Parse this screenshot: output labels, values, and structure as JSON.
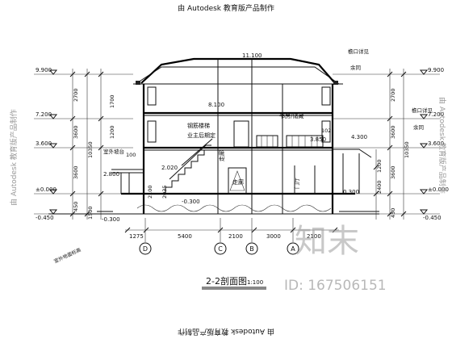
{
  "watermark_top": "由 Autodesk 教育版产品制作",
  "watermark_bottom": "由 Autodesk 教育版产品制作",
  "watermark_side": "由 Autodesk 教育版产品制作",
  "site_logo": "知末",
  "site_id": "ID: 167506151",
  "title": "2-2剖面图",
  "scale": "1:100",
  "left_levels": [
    "9.900",
    "7.200",
    "3.600",
    "±0.000",
    "-0.450"
  ],
  "right_levels": [
    "9.900",
    "7.200",
    "3.600",
    "±0.000",
    "-0.450"
  ],
  "left_dims": [
    "2700",
    "3600",
    "3600",
    "10350",
    "450",
    "1500"
  ],
  "right_dims": [
    "2700",
    "3600",
    "3600",
    "10350",
    "1200",
    "2400",
    "450"
  ],
  "left_inner_dims": [
    "1700",
    "1200",
    "2100",
    "2035"
  ],
  "bottom_dims": [
    "1275",
    "5400",
    "2100",
    "3000",
    "2100"
  ],
  "axes": [
    "D",
    "C",
    "B",
    "A"
  ],
  "room_labels": {
    "upper_room": "钢筋楼梯",
    "upper_room2": "业主后期定",
    "corridor1": "走廊",
    "corridor2": "走廊",
    "study": "书房/储藏",
    "window": "门厅",
    "stair_note": "室外坡台",
    "ground_note": "室外地面标高"
  },
  "inner_levels": {
    "ridge": "11.100",
    "eave": "8.100",
    "mid": "4.300",
    "floor2": "3.850",
    "porch": "2.800",
    "step": "2.020",
    "ground_left": "-0.300",
    "ground_right": "0.300",
    "low": "-0.300",
    "d_small": "100",
    "d_small2": "102"
  },
  "notes": [
    "檐口详见",
    "余同",
    "檐口详见",
    "余同"
  ]
}
